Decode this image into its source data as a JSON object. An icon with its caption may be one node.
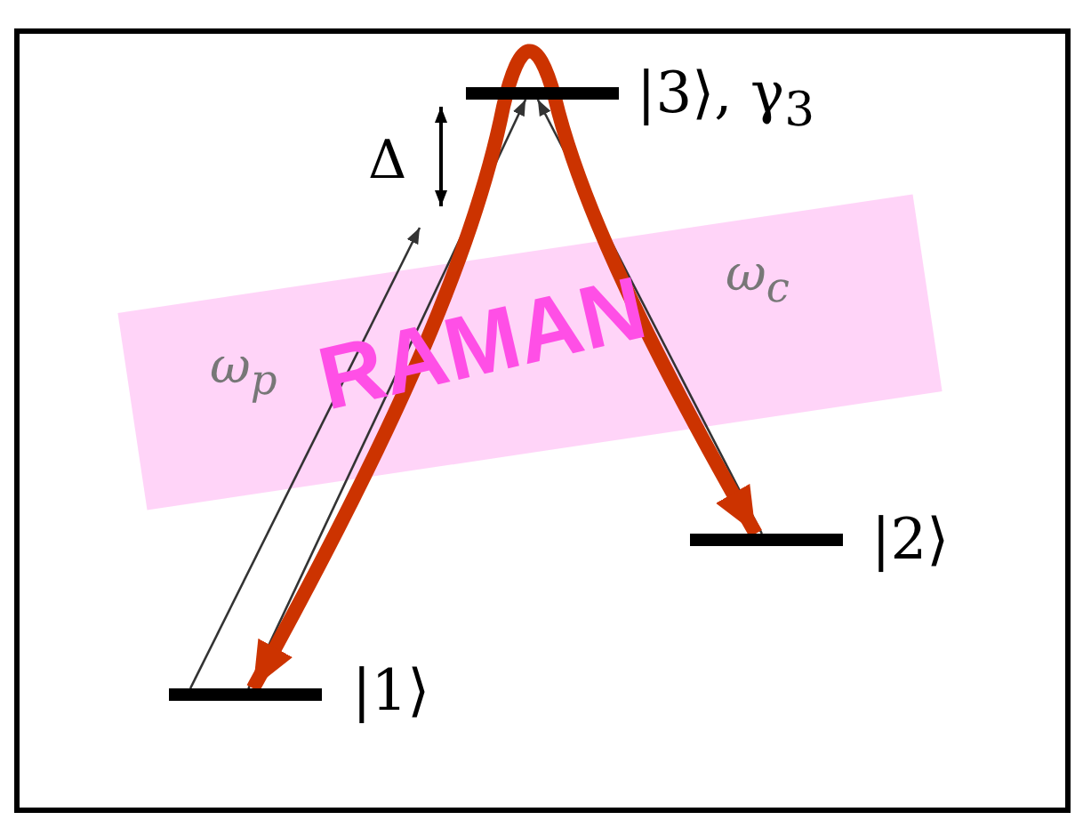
{
  "diagram": {
    "nodes": [
      {
        "text": [],
        "shape": "bar",
        "beside": [
          "|3⟩, γ$_{3}$"
        ]
      },
      {
        "text": [],
        "shape": "bar",
        "beside": [
          "|1⟩"
        ]
      },
      {
        "text": [],
        "shape": "bar",
        "beside": [
          "|2⟩"
        ]
      }
    ],
    "edges": [
      {
        "from": 1,
        "to": null,
        "arrow": "to"
      },
      {
        "from": 1,
        "to": 0,
        "arrow": "to"
      },
      {
        "from": 2,
        "to": 0,
        "arrow": "to"
      },
      {
        "from": 1,
        "to": 2,
        "arrow": "both",
        "style": "thick",
        "color": "#cc3300"
      }
    ],
    "labels": [
      "Δ",
      "ω$_{p}$",
      "RAMAN",
      "ω$_{c}$"
    ]
  }
}
